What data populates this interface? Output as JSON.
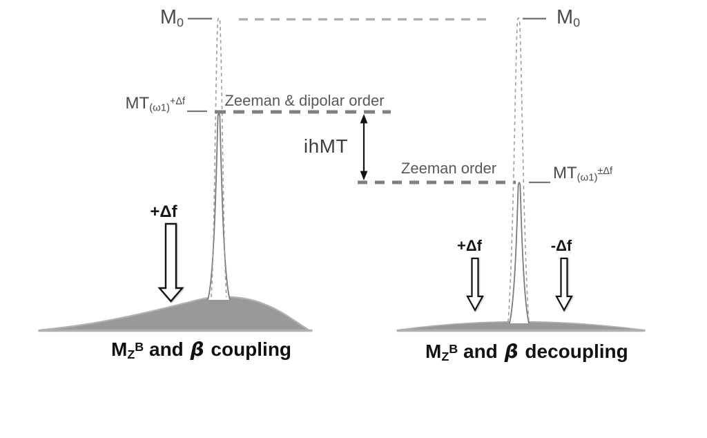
{
  "diagram": {
    "left_panel": {
      "m0": {
        "base": "M",
        "sub": "0"
      },
      "mt": {
        "base": "MT",
        "sub": "(ω1)",
        "sup": "+Δf"
      },
      "saturation_arrow_label": "+Δf",
      "caption": {
        "m": "M",
        "sub": "Z",
        "sup": "B",
        "mid": " and ",
        "beta": "β",
        "rest": " coupling"
      }
    },
    "right_panel": {
      "m0": {
        "base": "M",
        "sub": "0"
      },
      "mt": {
        "base": "MT",
        "sub": "(ω1)",
        "sup": "±Δf"
      },
      "saturation_arrow_plus_label": "+Δf",
      "saturation_arrow_minus_label": "-Δf",
      "caption": {
        "m": "M",
        "sub": "Z",
        "sup": "B",
        "mid": " and ",
        "beta": "β",
        "rest": " decoupling"
      }
    },
    "annotations": {
      "upper_level_label": "Zeeman & dipolar order",
      "lower_level_label": "Zeeman order",
      "difference_label": "ihMT"
    },
    "colors": {
      "background": "#ffffff",
      "hump_fill": "#999999",
      "hump_edge": "#b3b3b3",
      "baseline": "#b0b0b0",
      "dashed_peak_stroke": "#9c9c9c",
      "solid_peak_stroke": "#7a7a7a",
      "level_dash": "#808080",
      "m0_dash": "#ababab",
      "tick": "#777777",
      "peak_fill": "#ffffff",
      "ink": "#111111"
    }
  }
}
